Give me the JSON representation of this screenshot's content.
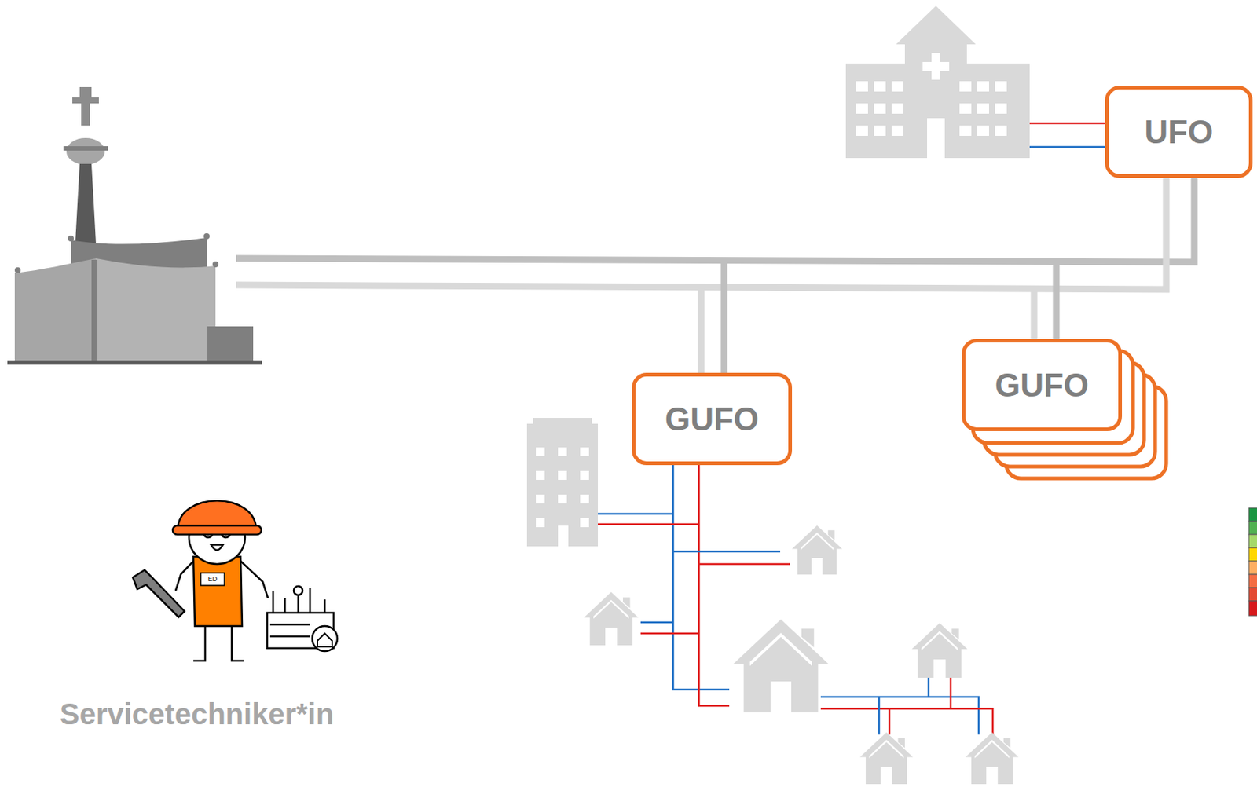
{
  "diagram": {
    "nodes": [
      {
        "text": [
          "UFO"
        ]
      },
      {
        "text": [
          "GUFO"
        ]
      },
      {
        "text": [
          "GUFO"
        ]
      }
    ],
    "labels": [
      "Servicetechniker*in",
      "ED"
    ]
  }
}
